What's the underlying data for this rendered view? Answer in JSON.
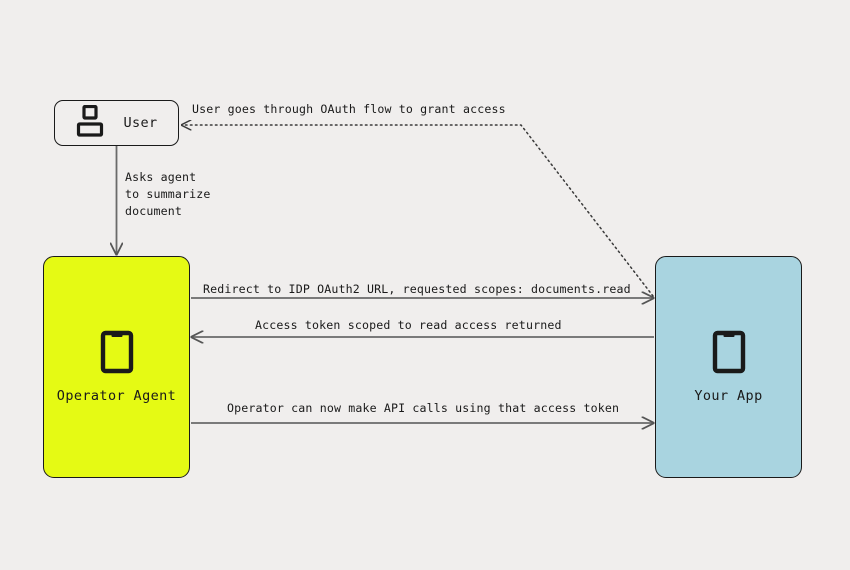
{
  "diagram": {
    "type": "flow-sequence",
    "background_color": "#f0eeed",
    "nodes": [
      {
        "id": "user",
        "label": "User",
        "icon": "user-icon",
        "fill": "#f0eeed",
        "stroke": "#1a1a1a"
      },
      {
        "id": "operator-agent",
        "label": "Operator Agent",
        "icon": "tablet-icon",
        "fill": "#e5fa14",
        "stroke": "#1a1a1a"
      },
      {
        "id": "your-app",
        "label": "Your App",
        "icon": "tablet-icon",
        "fill": "#a9d4e0",
        "stroke": "#1a1a1a"
      }
    ],
    "edges": [
      {
        "id": "oauth-flow",
        "from": "your-app",
        "to": "user",
        "label": "User goes through OAuth flow to grant access",
        "style": "dotted",
        "direction": "left"
      },
      {
        "id": "asks-agent",
        "from": "user",
        "to": "operator-agent",
        "label": "Asks agent\nto summarize\ndocument",
        "style": "solid",
        "direction": "down"
      },
      {
        "id": "redirect",
        "from": "operator-agent",
        "to": "your-app",
        "label": "Redirect to IDP OAuth2 URL, requested scopes: documents.read",
        "style": "solid",
        "direction": "right"
      },
      {
        "id": "access-token",
        "from": "your-app",
        "to": "operator-agent",
        "label": "Access token scoped to read access returned",
        "style": "solid",
        "direction": "left"
      },
      {
        "id": "api-calls",
        "from": "operator-agent",
        "to": "your-app",
        "label": "Operator can now make API calls using that access token",
        "style": "solid",
        "direction": "right"
      }
    ]
  }
}
